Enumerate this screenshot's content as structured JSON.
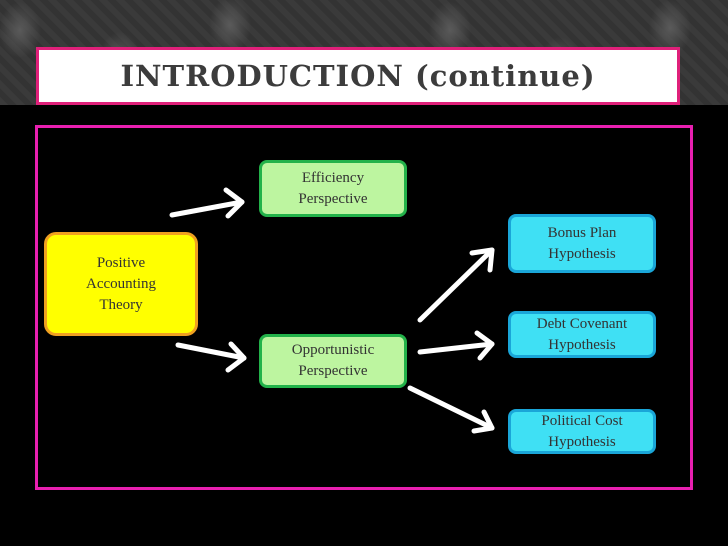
{
  "slide": {
    "title": "INTRODUCTION (continue)"
  },
  "diagram": {
    "root": "Positive\nAccounting\nTheory",
    "efficiency": "Efficiency\nPerspective",
    "opportunistic": "Opportunistic\nPerspective",
    "bonus": "Bonus Plan\nHypothesis",
    "debt": "Debt Covenant\nHypothesis",
    "political": "Political Cost\nHypothesis"
  },
  "colors": {
    "title_border": "#e0207a",
    "frame_border": "#e81fb0",
    "root_fill": "#ffff00",
    "perspective_fill": "#bdf5a0",
    "hypothesis_fill": "#3fe0f4"
  }
}
